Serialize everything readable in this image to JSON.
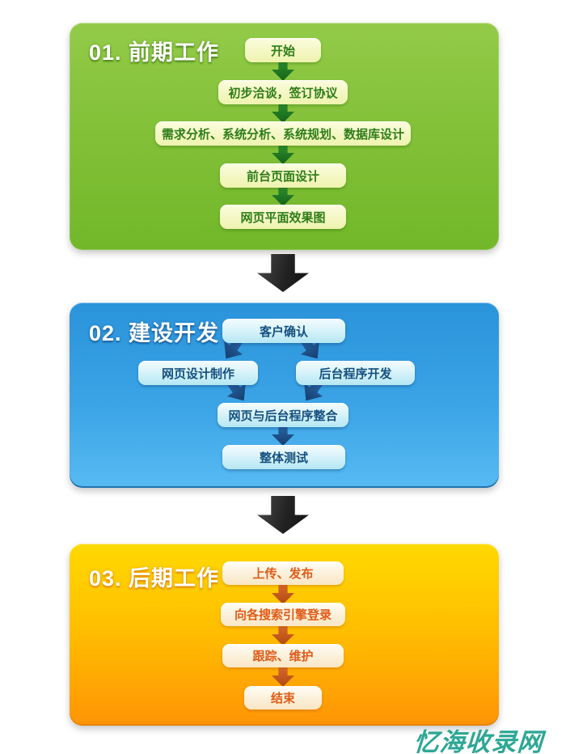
{
  "page": {
    "background": "#ffffff"
  },
  "watermark": {
    "text": "忆海收录网",
    "color": "#2ea795"
  },
  "connectors": {
    "style": "black-block-down-arrow",
    "color": "#1a1a1a"
  },
  "panels": [
    {
      "number_title": "01. 前期工作",
      "theme": {
        "bg_top": "#93cb48",
        "bg_bottom": "#72b72a",
        "box_bg": "#f5f8c8",
        "box_text": "#2e7d17",
        "arrow": "#1f7a1f",
        "title_color": "#ffffff"
      },
      "boxes": [
        {
          "label": "开始"
        },
        {
          "label": "初步洽谈，签订协议"
        },
        {
          "label": "需求分析、系统分析、系统规划、数据库设计"
        },
        {
          "label": "前台页面设计"
        },
        {
          "label": "网页平面效果图"
        }
      ]
    },
    {
      "number_title": "02. 建设开发",
      "theme": {
        "bg_top": "#2a93da",
        "bg_bottom": "#57baf2",
        "box_bg": "#c9eef7",
        "box_text": "#15517f",
        "arrow": "#1a4a7d",
        "title_color": "#ffffff"
      },
      "boxes": [
        {
          "label": "客户确认"
        },
        {
          "label": "网页设计制作"
        },
        {
          "label": "后台程序开发"
        },
        {
          "label": "网页与后台程序整合"
        },
        {
          "label": "整体测试"
        }
      ]
    },
    {
      "number_title": "03. 后期工作",
      "theme": {
        "bg_top": "#ffd900",
        "bg_bottom": "#ff9406",
        "box_bg": "#fcf2de",
        "box_text": "#e05a17",
        "arrow": "#c2551c",
        "title_color": "#ffffff"
      },
      "boxes": [
        {
          "label": "上传、发布"
        },
        {
          "label": "向各搜索引擎登录"
        },
        {
          "label": "跟踪、维护"
        },
        {
          "label": "结束"
        }
      ]
    }
  ]
}
